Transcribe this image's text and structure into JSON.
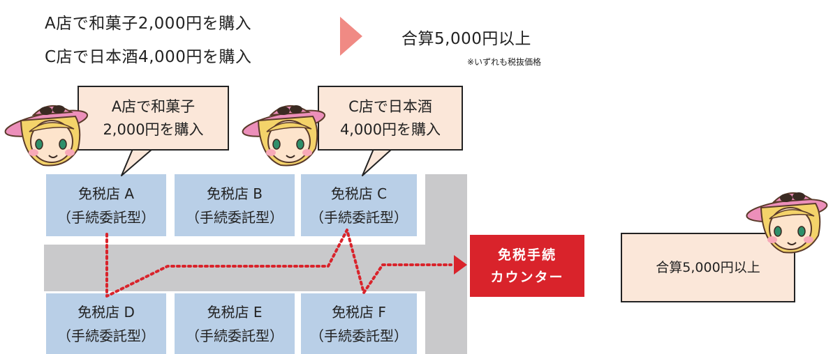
{
  "summary": {
    "line1": "A店で和菓子2,000円を購入",
    "line2": "C店で日本酒4,000円を購入",
    "result": "合算5,000円以上",
    "note": "※いずれも税抜価格"
  },
  "bubbles": {
    "a": {
      "line1": "A店で和菓子",
      "line2": "2,000円を購入"
    },
    "c": {
      "line1": "C店で日本酒",
      "line2": "4,000円を購入"
    },
    "result": "合算5,000円以上"
  },
  "stores": [
    {
      "name": "免税店 A",
      "type": "（手続委託型）"
    },
    {
      "name": "免税店 B",
      "type": "（手続委託型）"
    },
    {
      "name": "免税店 C",
      "type": "（手続委託型）"
    },
    {
      "name": "免税店 D",
      "type": "（手続委託型）"
    },
    {
      "name": "免税店 E",
      "type": "（手続委託型）"
    },
    {
      "name": "免税店 F",
      "type": "（手続委託型）"
    }
  ],
  "counter": {
    "line1": "免税手続",
    "line2": "カウンター"
  },
  "colors": {
    "store_fill": "#b9cfe7",
    "corridor": "#c9c9cb",
    "route": "#d9232b",
    "counter_fill": "#d9232b",
    "bubble_fill": "#fbe7d9",
    "arrow": "#f08a84"
  }
}
